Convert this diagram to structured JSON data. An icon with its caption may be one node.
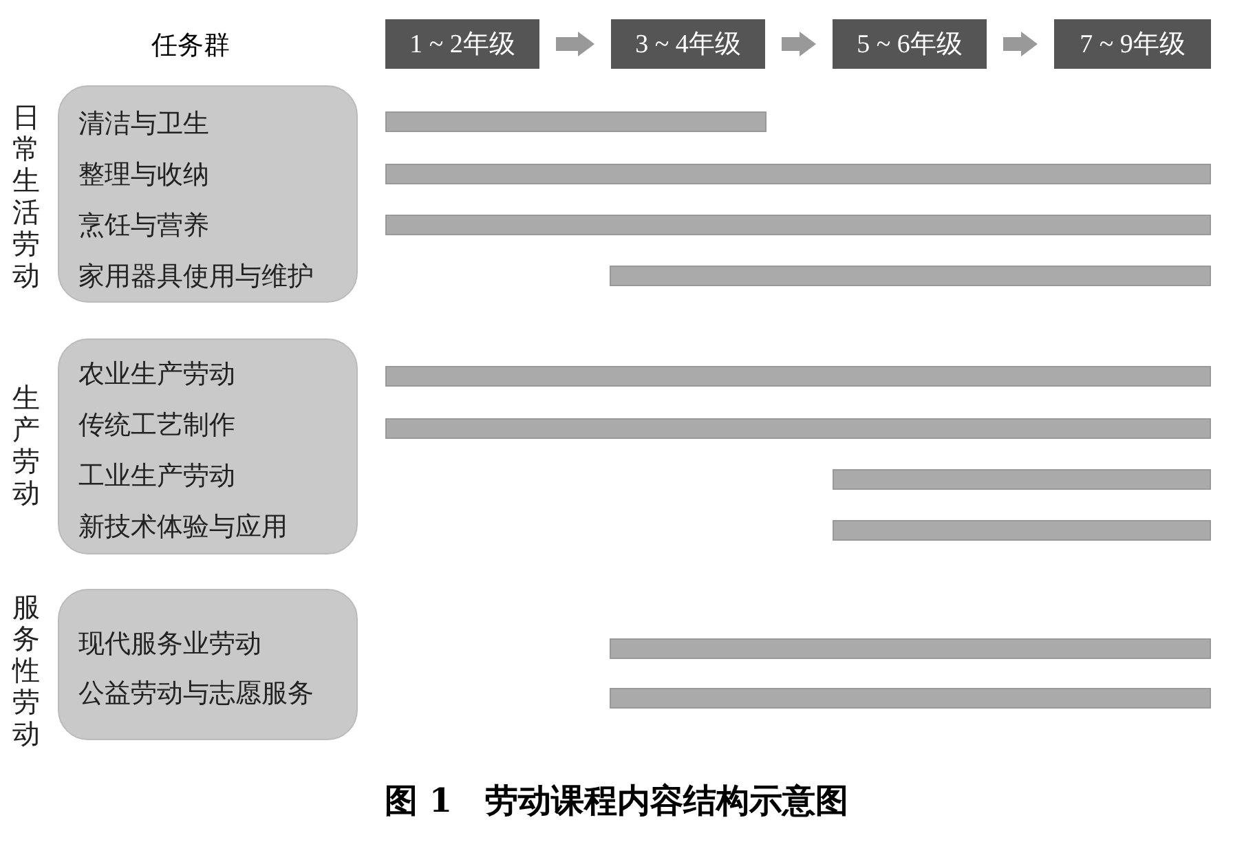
{
  "diagram": {
    "caption": "图 1　劳动课程内容结构示意图",
    "nodes": [
      {
        "text": [
          "1 ~ 2年级"
        ]
      },
      {
        "text": [
          "3 ~ 4年级"
        ]
      },
      {
        "text": [
          "5 ~ 6年级"
        ]
      },
      {
        "text": [
          "7 ~ 9年级"
        ]
      },
      {
        "text": [
          "日常生活劳动",
          "清洁与卫生",
          "整理与收纳",
          "烹饪与营养",
          "家用器具使用与维护"
        ]
      },
      {
        "text": [
          "生产劳动",
          "农业生产劳动",
          "传统工艺制作",
          "工业生产劳动",
          "新技术体验与应用"
        ]
      },
      {
        "text": [
          "服务性劳动",
          "现代服务业劳动",
          "公益劳动与志愿服务"
        ]
      },
      {
        "text": [],
        "shape": "bar"
      },
      {
        "text": [],
        "shape": "bar"
      },
      {
        "text": [],
        "shape": "bar"
      },
      {
        "text": [],
        "shape": "bar"
      },
      {
        "text": [],
        "shape": "bar"
      },
      {
        "text": [],
        "shape": "bar"
      },
      {
        "text": [],
        "shape": "bar"
      },
      {
        "text": [],
        "shape": "bar"
      },
      {
        "text": [],
        "shape": "bar"
      },
      {
        "text": [],
        "shape": "bar"
      }
    ],
    "edges": [
      {
        "from": 0,
        "to": 1,
        "arrow": "to"
      },
      {
        "from": 1,
        "to": 2,
        "arrow": "to"
      },
      {
        "from": 2,
        "to": 3,
        "arrow": "to"
      }
    ],
    "labels": [
      "任务群"
    ]
  }
}
